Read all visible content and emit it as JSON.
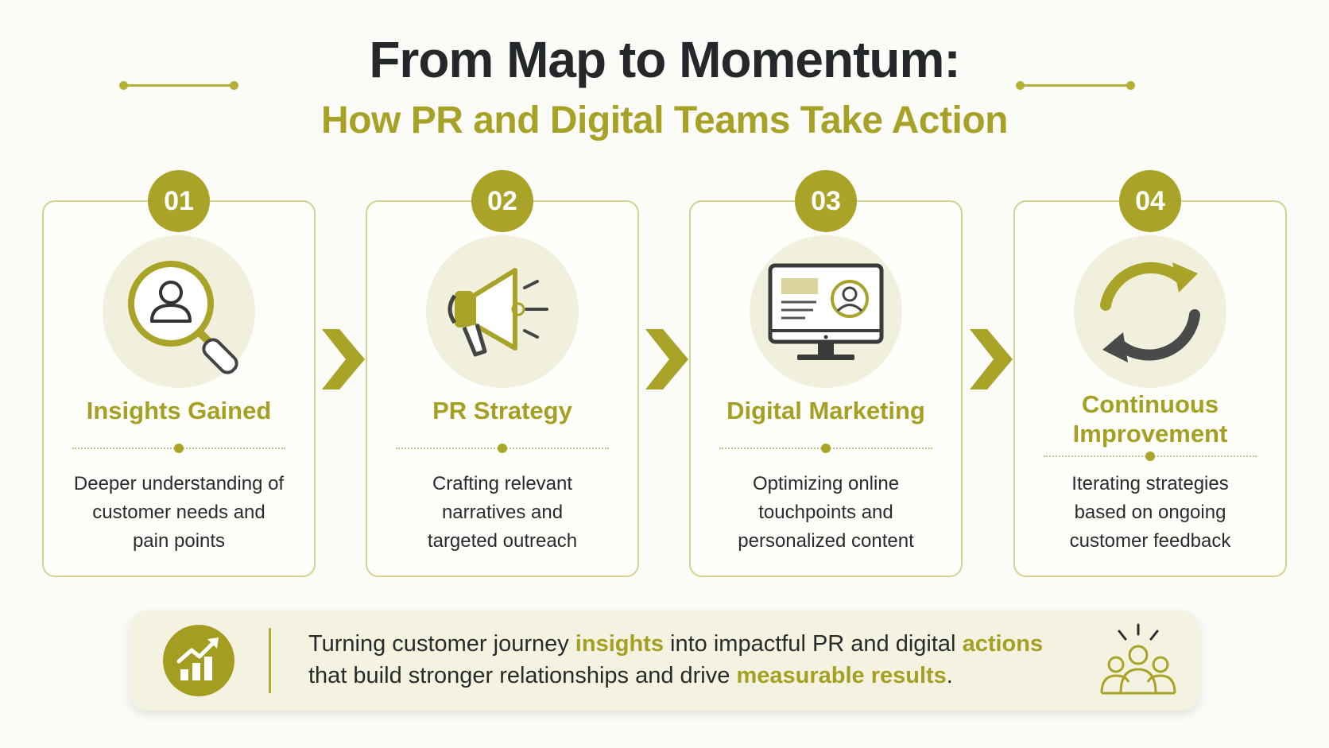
{
  "header": {
    "title": "From Map to Momentum:",
    "subtitle": "How PR and Digital Teams Take Action"
  },
  "steps": [
    {
      "number": "01",
      "title_lines": [
        "Insights Gained"
      ],
      "icon": "magnifier-user-icon",
      "description_lines": [
        "Deeper understanding of",
        "customer needs and",
        "pain points"
      ]
    },
    {
      "number": "02",
      "title_lines": [
        "PR Strategy"
      ],
      "icon": "megaphone-icon",
      "description_lines": [
        "Crafting relevant",
        "narratives and",
        "targeted outreach"
      ]
    },
    {
      "number": "03",
      "title_lines": [
        "Digital Marketing"
      ],
      "icon": "monitor-profile-icon",
      "description_lines": [
        "Optimizing online",
        "touchpoints and",
        "personalized content"
      ]
    },
    {
      "number": "04",
      "title_lines": [
        "Continuous",
        "Improvement"
      ],
      "icon": "cycle-arrows-icon",
      "description_lines": [
        "Iterating strategies",
        "based on ongoing",
        "customer feedback"
      ]
    }
  ],
  "banner": {
    "line1": {
      "t1": "Turning customer journey ",
      "h1": "insights",
      "t2": " into impactful PR and digital ",
      "h2": "actions"
    },
    "line2": {
      "t1": "that build stronger relationships and drive ",
      "h1": "measurable results",
      "t2": "."
    },
    "left_icon": "growth-chart-icon",
    "right_icon": "team-people-icon"
  },
  "colors": {
    "accent": "#a9a328",
    "title": "#25282b",
    "icon_bg": "#f1f0dd",
    "icon_dark": "#4a4a4a"
  }
}
